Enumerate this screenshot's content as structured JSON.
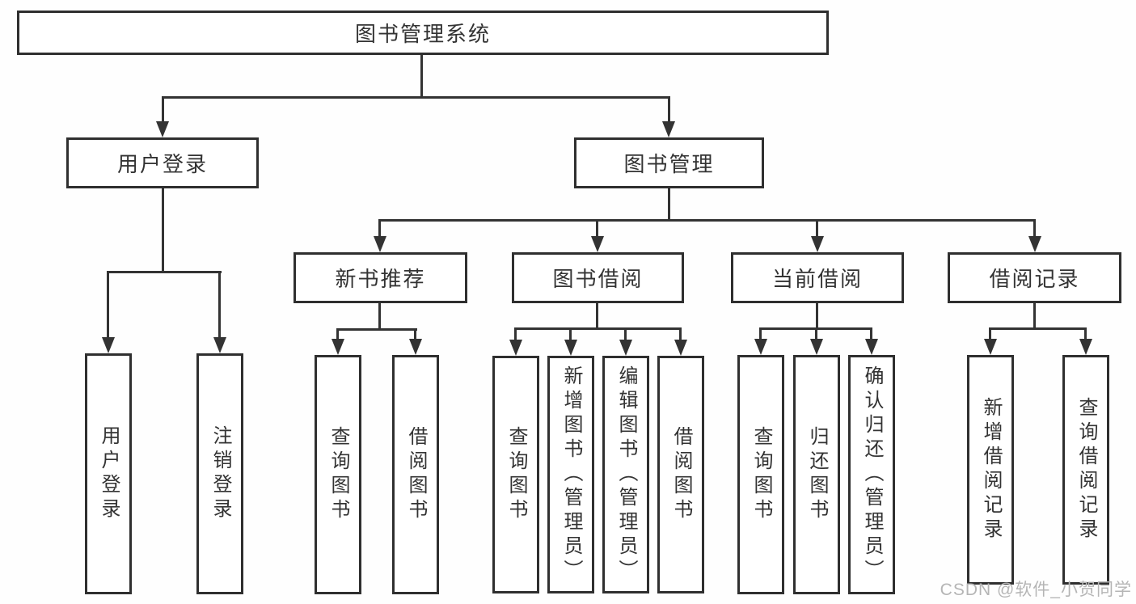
{
  "page": {
    "type": "hierarchy-diagram",
    "background": "#ffffff"
  },
  "root": {
    "label": "图书管理系统"
  },
  "level2": [
    {
      "label": "用户登录"
    },
    {
      "label": "图书管理"
    }
  ],
  "level3": [
    {
      "label": "新书推荐"
    },
    {
      "label": "图书借阅"
    },
    {
      "label": "当前借阅"
    },
    {
      "label": "借阅记录"
    }
  ],
  "leaves": {
    "user_login": [
      {
        "label": "用户登录"
      },
      {
        "label": "注销登录"
      }
    ],
    "new_book_recommend": [
      {
        "label": "查询图书"
      },
      {
        "label": "借阅图书"
      }
    ],
    "book_borrow": [
      {
        "label": "查询图书"
      },
      {
        "label": "新增图书（管理员）"
      },
      {
        "label": "编辑图书（管理员）"
      },
      {
        "label": "借阅图书"
      }
    ],
    "current_borrow": [
      {
        "label": "查询图书"
      },
      {
        "label": "归还图书"
      },
      {
        "label": "确认归还（管理员）"
      }
    ],
    "borrow_record": [
      {
        "label": "新增借阅记录"
      },
      {
        "label": "查询借阅记录"
      }
    ]
  },
  "watermark": {
    "text": "CSDN @软件_小贺同学",
    "color": "#b5b5b5"
  },
  "colors": {
    "line": "#333333",
    "border": "#2f2f2f",
    "text": "#333333",
    "box_background": "#ffffff"
  }
}
